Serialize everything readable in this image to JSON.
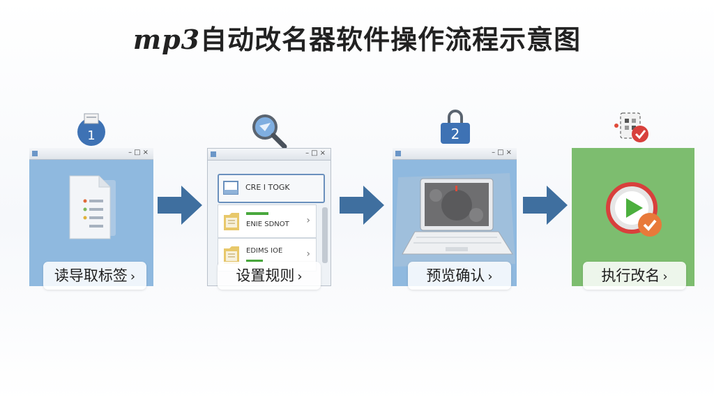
{
  "title": {
    "latin": "mp3",
    "text": "自动改名器软件操作流程示意图"
  },
  "steps": [
    {
      "label": "读导取标签",
      "badge": "1"
    },
    {
      "label": "设置规则",
      "rows": [
        "CRE I TOGK",
        "ENIE SDNOT",
        "EDIMS IOE"
      ]
    },
    {
      "label": "预览确认",
      "badge": "2"
    },
    {
      "label": "执行改名"
    }
  ],
  "chevron": "›",
  "window_controls": "–□×",
  "colors": {
    "blue_panel": "#8fb9df",
    "green_panel": "#7dbd6f",
    "arrow": "#3f6f9f",
    "badge": "#3e72b4",
    "check": "#e8793a",
    "play": "#d8403c"
  }
}
